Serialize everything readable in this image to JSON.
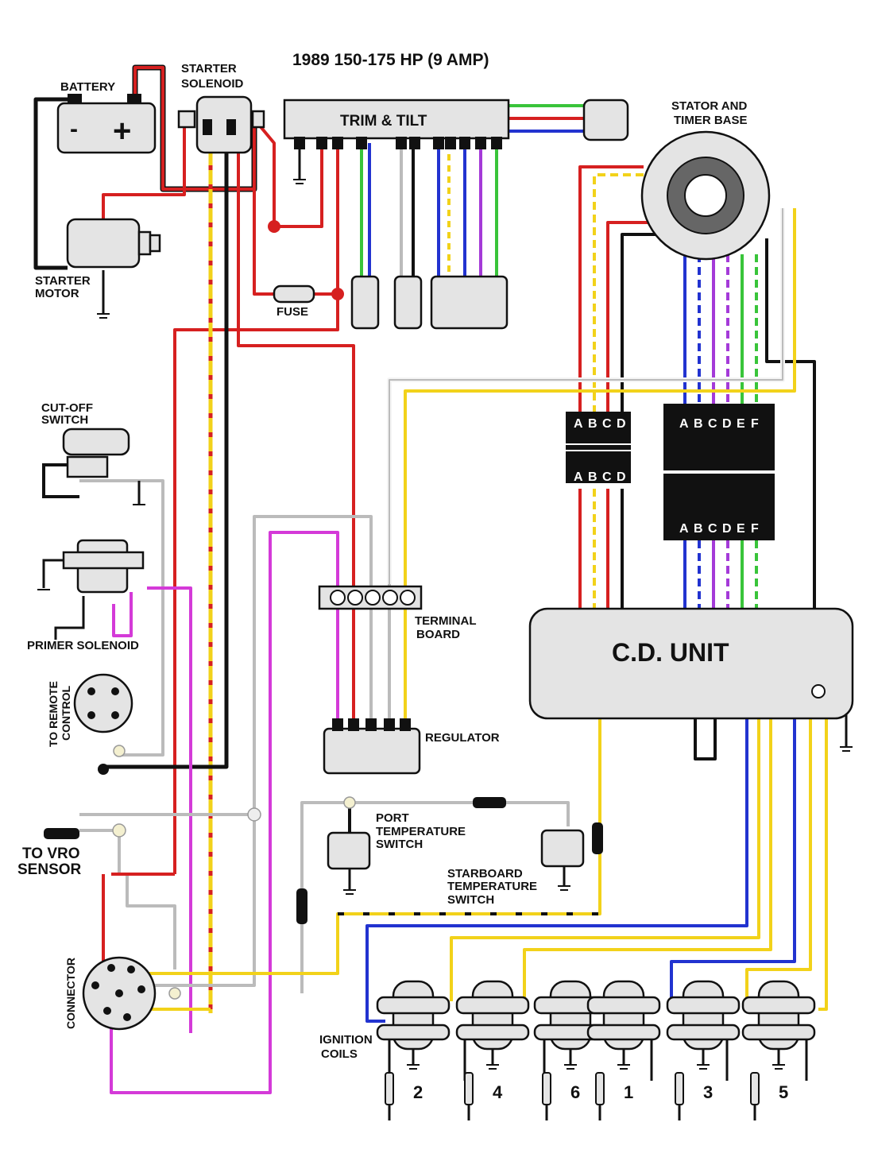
{
  "title": "1989 150-175 HP (9 AMP)",
  "labels": {
    "battery": "BATTERY",
    "battery_minus": "-",
    "battery_plus": "+",
    "starter_solenoid_1": "STARTER",
    "starter_solenoid_2": "SOLENOID",
    "trim_tilt": "TRIM & TILT",
    "stator_1": "STATOR AND",
    "stator_2": "TIMER BASE",
    "starter_motor_1": "STARTER",
    "starter_motor_2": "MOTOR",
    "fuse": "FUSE",
    "cutoff_1": "CUT-OFF",
    "cutoff_2": "SWITCH",
    "primer_solenoid": "PRIMER SOLENOID",
    "remote_1": "TO REMOTE",
    "remote_2": "CONTROL",
    "vro_1": "TO VRO",
    "vro_2": "SENSOR",
    "connector": "CONNECTOR",
    "terminal_board_1": "TERMINAL",
    "terminal_board_2": "BOARD",
    "regulator": "REGULATOR",
    "cd_unit": "C.D. UNIT",
    "port_temp_1": "PORT",
    "port_temp_2": "TEMPERATURE",
    "port_temp_3": "SWITCH",
    "stbd_temp_1": "STARBOARD",
    "stbd_temp_2": "TEMPERATURE",
    "stbd_temp_3": "SWITCH",
    "ignition_coils_1": "IGNITION",
    "ignition_coils_2": "COILS"
  },
  "connector_abcd": [
    "A",
    "B",
    "C",
    "D"
  ],
  "connector_abcdef": [
    "A",
    "B",
    "C",
    "D",
    "E",
    "F"
  ],
  "coil_numbers": [
    "2",
    "4",
    "6",
    "1",
    "3",
    "5"
  ],
  "wire_colors": {
    "red": "#d62020",
    "black": "#111111",
    "yellow": "#f2d21a",
    "green": "#39c43a",
    "blue": "#2233d0",
    "purple": "#a43ad8",
    "white": "#f4f4f4",
    "gray": "#bbbbbb",
    "magenta": "#d43ad8",
    "component": "#e4e4e4"
  }
}
